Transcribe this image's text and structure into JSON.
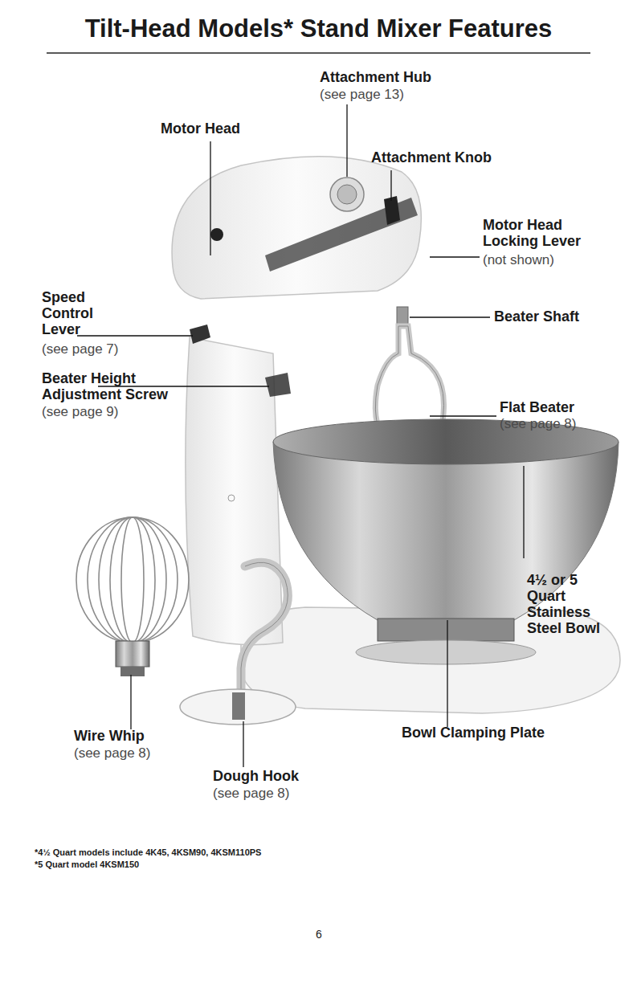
{
  "diagram": {
    "title": "Tilt-Head Models* Stand Mixer Features",
    "labels": [
      "Attachment Hub",
      "(see page 13)",
      "Motor Head",
      "Attachment Knob",
      "Motor Head Locking Lever",
      "(not shown)",
      "Speed Control Lever",
      "(see page 7)",
      "Beater Shaft",
      "Beater Height Adjustment Screw",
      "(see page 9)",
      "Flat Beater",
      "(see page 8)",
      "4½ or 5 Quart Stainless Steel Bowl",
      "Wire Whip",
      "(see page 8)",
      "Bowl Clamping Plate",
      "Dough Hook",
      "(see page 8)",
      "*4½ Quart models include 4K45, 4KSM90, 4KSM110PS",
      "*5 Quart model 4KSM150",
      "6"
    ]
  }
}
